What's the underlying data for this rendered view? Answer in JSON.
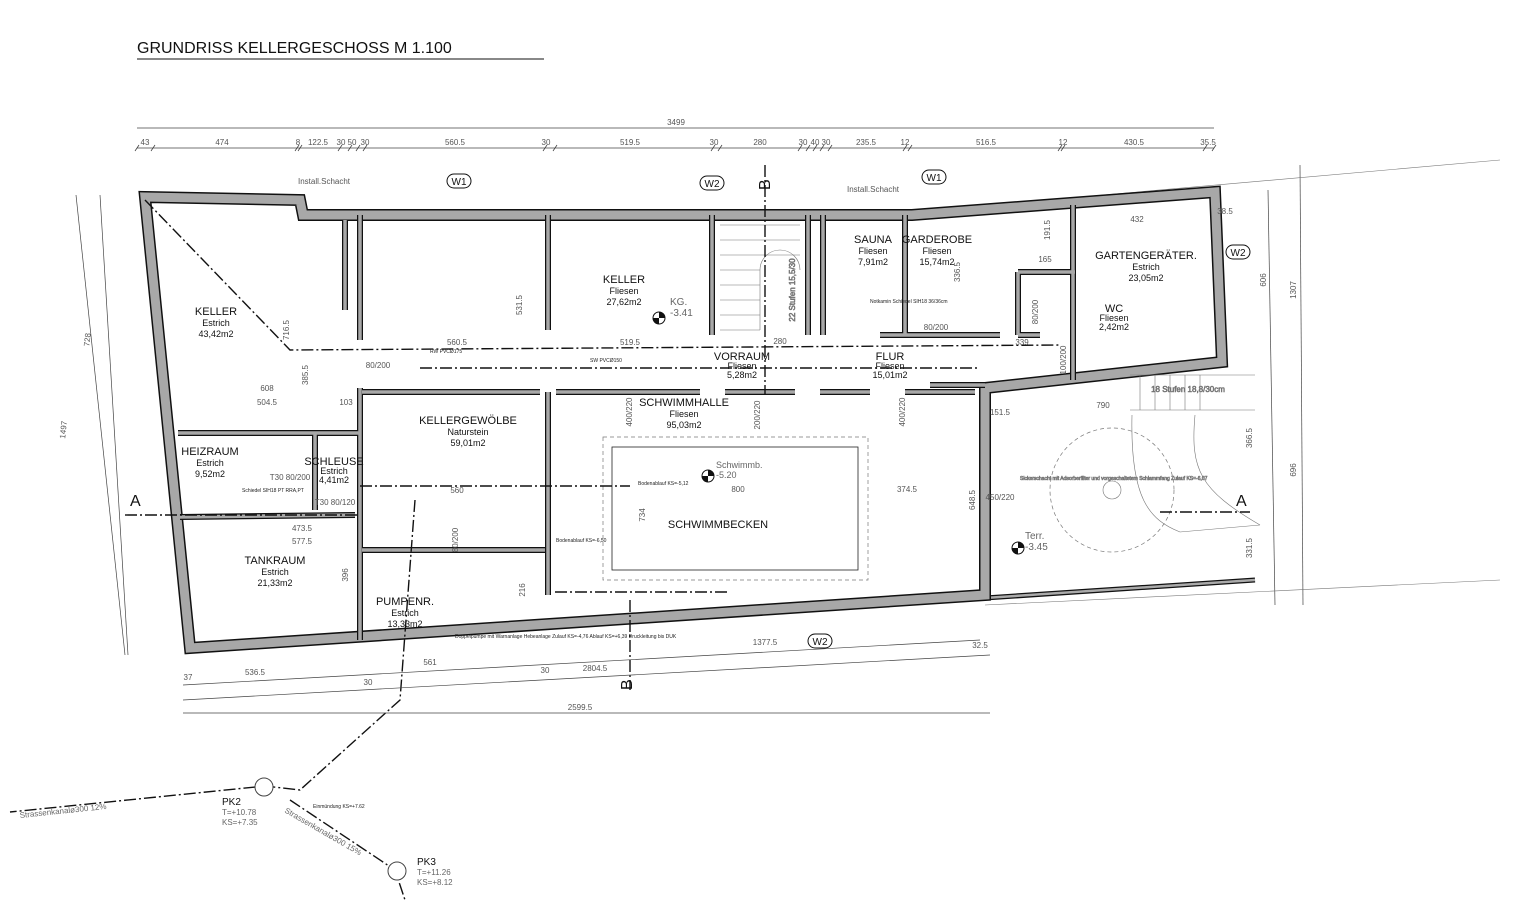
{
  "title": "GRUNDRISS KELLERGESCHOSS   M 1.100",
  "top_dimension_total": "3499",
  "top_dimension_chain": [
    "43",
    "474",
    "8",
    "122.5",
    "30",
    "50",
    "30",
    "560.5",
    "30",
    "519.5",
    "30",
    "280",
    "30",
    "40",
    "30",
    "235.5",
    "12",
    "516.5",
    "12",
    "430.5",
    "35.5"
  ],
  "rooms": [
    {
      "name": "KELLER",
      "material": "Estrich",
      "area": "43,42m2"
    },
    {
      "name": "KELLER",
      "material": "Fliesen",
      "area": "27,62m2"
    },
    {
      "name": "VORRAUM",
      "material": "Fliesen",
      "area": "5,28m2"
    },
    {
      "name": "SAUNA",
      "material": "Fliesen",
      "area": "7,91m2"
    },
    {
      "name": "GARDEROBE",
      "material": "Fliesen",
      "area": "15,74m2"
    },
    {
      "name": "GARTENGERÄTER.",
      "material": "Estrich",
      "area": "23,05m2"
    },
    {
      "name": "WC",
      "material": "Fliesen",
      "area": "2,42m2"
    },
    {
      "name": "FLUR",
      "material": "Fliesen",
      "area": "15,01m2"
    },
    {
      "name": "HEIZRAUM",
      "material": "Estrich",
      "area": "9,52m2"
    },
    {
      "name": "SCHLEUSE",
      "material": "Estrich",
      "area": "4,41m2"
    },
    {
      "name": "KELLERGEWÖLBE",
      "material": "Naturstein",
      "area": "59,01m2"
    },
    {
      "name": "SCHWIMMHALLE",
      "material": "Fliesen",
      "area": "95,03m2"
    },
    {
      "name": "TANKRAUM",
      "material": "Estrich",
      "area": "21,33m2"
    },
    {
      "name": "PUMPENR.",
      "material": "Estrich",
      "area": "13,33m2"
    }
  ],
  "pool_label": "SCHWIMMBECKEN",
  "levels": [
    {
      "label": "KG.",
      "value": "-3.41"
    },
    {
      "label": "Schwimmb.",
      "value": "-5.20"
    },
    {
      "label": "Terr.",
      "value": "-3.45"
    }
  ],
  "wall_tags": [
    "W1",
    "W1",
    "W2",
    "W2",
    "W2"
  ],
  "section_marks": [
    "A",
    "A",
    "B",
    "B"
  ],
  "annotations": {
    "install_schacht_1": "Install.Schacht",
    "install_schacht_2": "Install.Schacht",
    "stairs_inner": "22 Stufen 15,5/30",
    "stairs_outer": "18 Stufen 18,8/30cm",
    "chimney": "Schiedel SIH18 PT RRA,PT",
    "notkamin": "Notkamin Schiedel SIH18 36/36cm",
    "pump_note": "Doppelpumpe mit Warnanlage Hebeanlage Zulauf KS=-4,76 Ablauf KS=+6,39 Druckleitung bis DUK",
    "sicker_note": "Sickerschacht mit Adsorberfilter und vorgeschaltetem Schlammfang Zulauf KS=-6,07",
    "bodenablauf_1": "Bodenablauf KS=-5,12",
    "bodenablauf_2": "Bodenablauf KS=-6,50",
    "pipe_sw150": "SW PVCØ150",
    "pipe_rw175": "RW PVCØ175",
    "einmuendung": "Einmündung KS=+7.62"
  },
  "doors": [
    "80/200",
    "80/200",
    "T30 80/200",
    "T30 80/120",
    "80/200",
    "400/220",
    "200/220",
    "400/220",
    "450/220",
    "80/200",
    "100/200"
  ],
  "dimensions": {
    "left_total": "1497",
    "left_upper": "728",
    "right_total": "1307",
    "right_a": "606",
    "right_b": "696",
    "bottom_total": "2599.5",
    "bottom_chain": [
      "37",
      "536.5",
      "30",
      "561",
      "30",
      "2804.5"
    ],
    "bottom_upper": [
      "1377.5",
      "32.5"
    ],
    "interior": [
      "608",
      "504.5",
      "103",
      "473.5",
      "577.5",
      "560",
      "800",
      "374.5",
      "560.5",
      "519.5",
      "280",
      "339",
      "432",
      "165",
      "191.5",
      "336.5",
      "531.5",
      "716.5",
      "385.5",
      "396",
      "216",
      "734",
      "648.5",
      "366.5",
      "331.5",
      "790",
      "151.5",
      "38.5"
    ]
  },
  "sewer": {
    "pk2": {
      "name": "PK2",
      "t": "T=+10.78",
      "ks": "KS=+7.35"
    },
    "pk3": {
      "name": "PK3",
      "t": "T=+11.26",
      "ks": "KS=+8.12"
    },
    "line1": "Strassenkanalø300  12%",
    "line2": "Strassenkanalø300  15%"
  }
}
